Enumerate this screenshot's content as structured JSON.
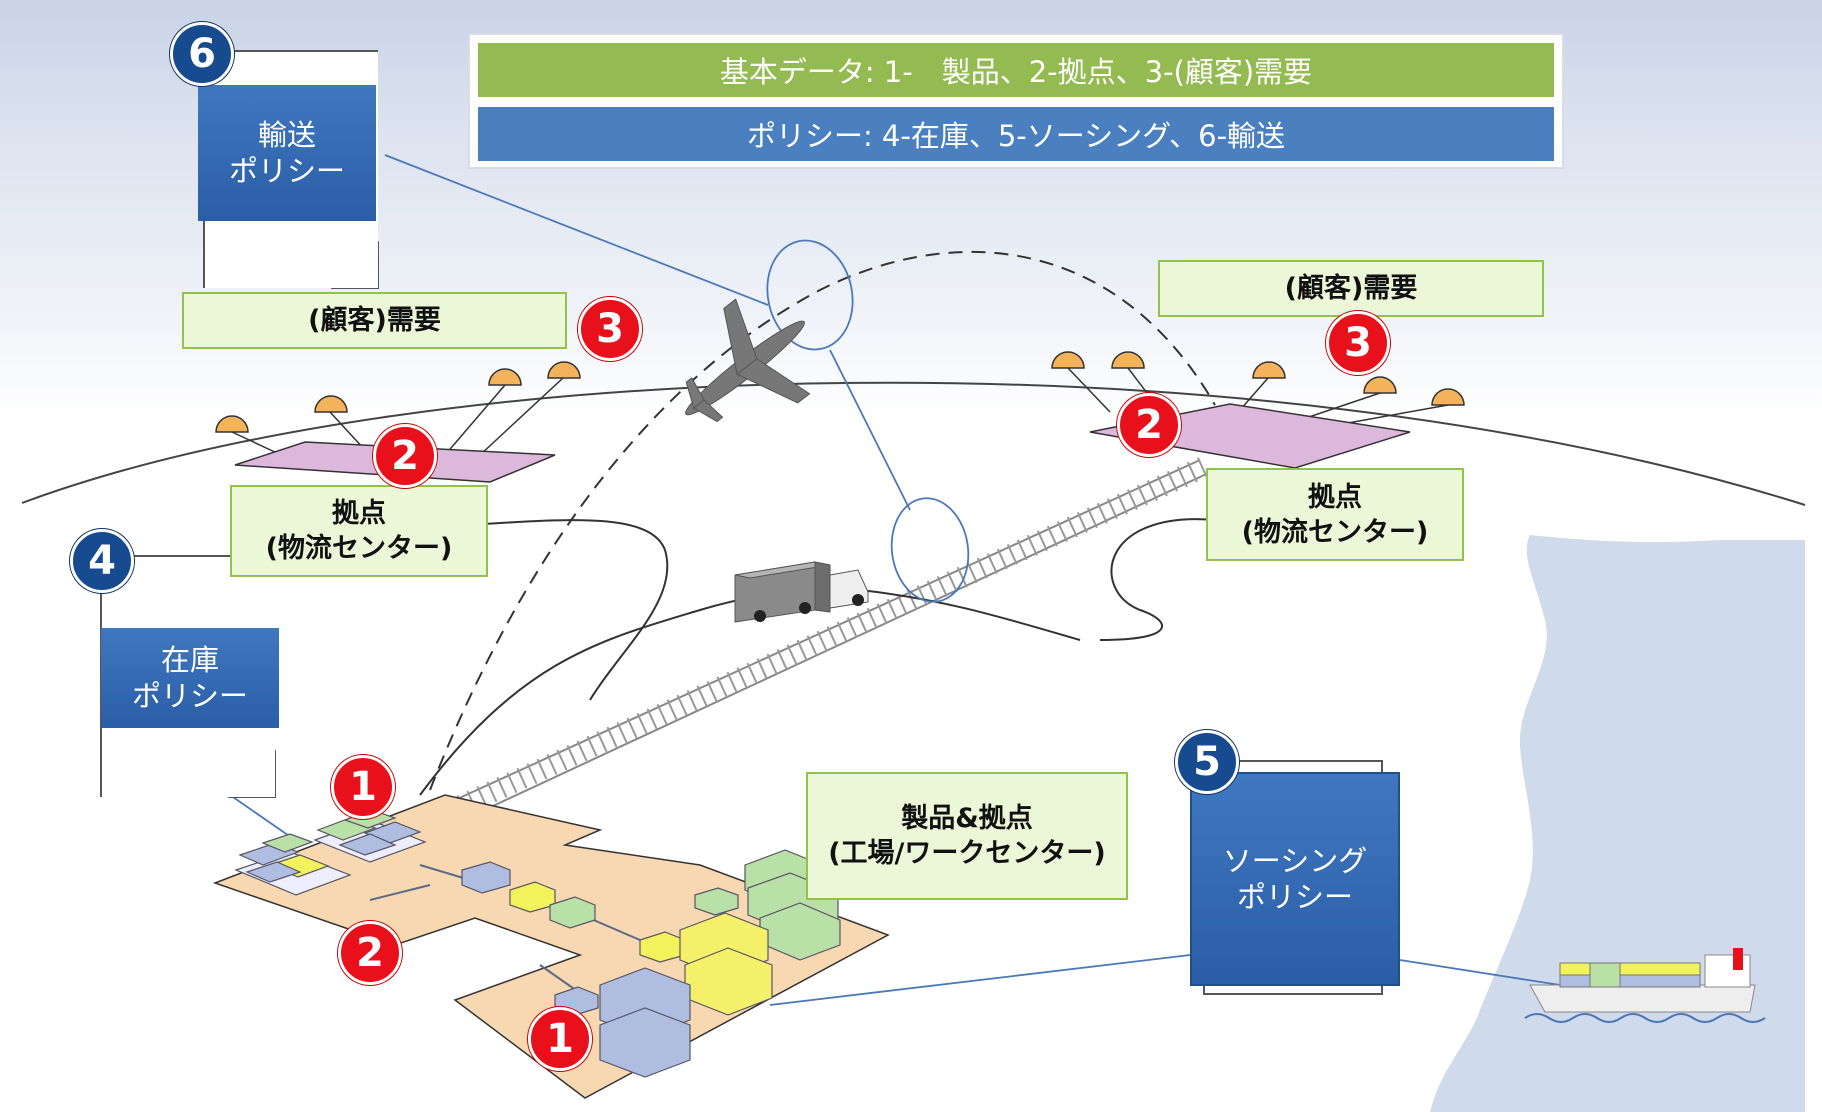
{
  "banner": {
    "line1": "基本データ: 1-　製品、2-拠点、3-(顧客)需要",
    "line2": "ポリシー: 4-在庫、5-ソーシング、6-輸送",
    "line1_color": "#94ba52",
    "line2_color": "#4a7fc0"
  },
  "labels": {
    "demand_left": "(顧客)需要",
    "demand_right": "(顧客)需要",
    "site_left_line1": "拠点",
    "site_left_line2": "(物流センター)",
    "site_right_line1": "拠点",
    "site_right_line2": "(物流センター)",
    "product_site_line1": "製品&拠点",
    "product_site_line2": "(工場/ワークセンター)"
  },
  "policies": {
    "transport_line1": "輸送",
    "transport_line2": "ポリシー",
    "inventory_line1": "在庫",
    "inventory_line2": "ポリシー",
    "sourcing_line1": "ソーシング",
    "sourcing_line2": "ポリシー"
  },
  "numbers": {
    "n1": "1",
    "n2": "2",
    "n3": "3",
    "n4": "4",
    "n5": "5",
    "n6": "6"
  },
  "colors": {
    "red_badge": "#e8101b",
    "blue_badge": "#174b8f",
    "site_pad": "#dcb8dc",
    "factory_floor": "#f8d8b0"
  }
}
